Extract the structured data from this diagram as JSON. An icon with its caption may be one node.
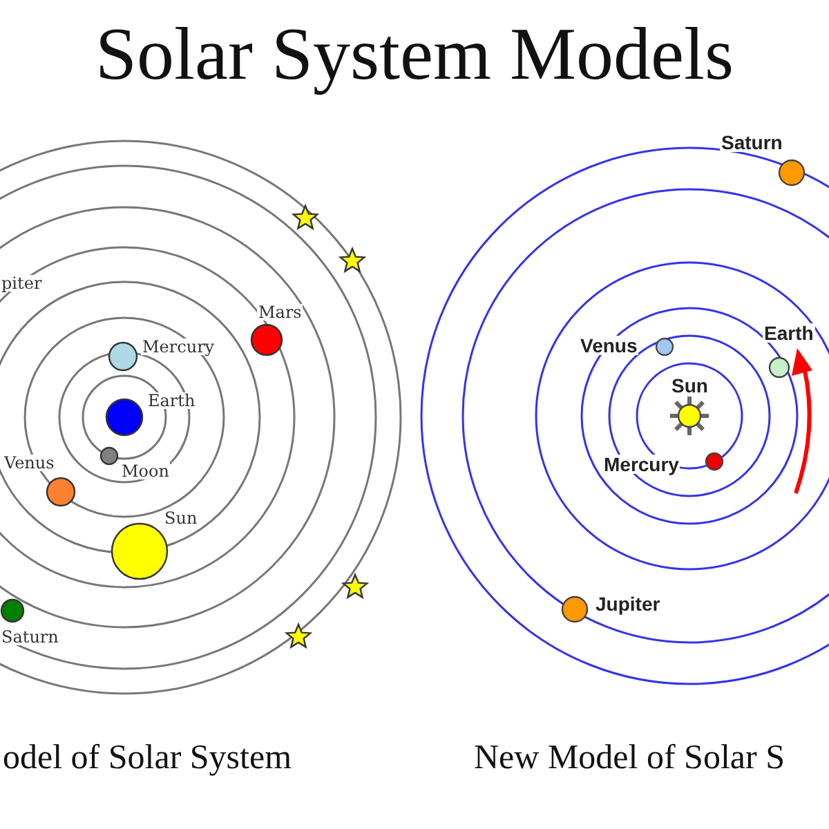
{
  "diagram": {
    "title": "Solar System Models",
    "labels": [
      "piter",
      "Mars",
      "Mercury",
      "Earth",
      "Moon",
      "Venus",
      "Sun",
      "Saturn",
      "Saturn",
      "Venus",
      "Earth",
      "Sun",
      "Mercury",
      "Jupiter",
      "odel of Solar System",
      "New Model of Solar S"
    ]
  }
}
